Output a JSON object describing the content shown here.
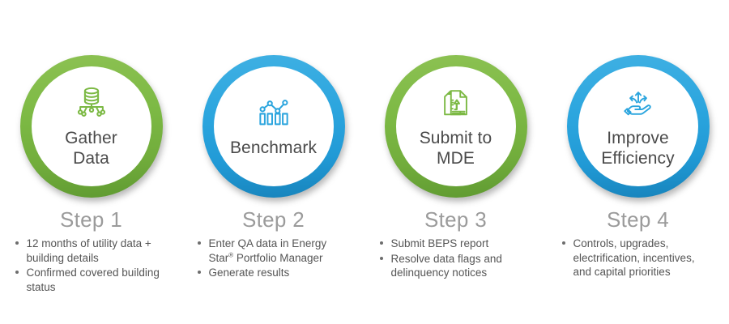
{
  "theme": {
    "background": "#ffffff",
    "green": "#7cb944",
    "blue": "#2ba5de",
    "circle_label_color": "#4a4a4a",
    "step_title_color": "#9b9b9b",
    "bullet_text_color": "#555555"
  },
  "steps": [
    {
      "circle_label": "Gather\nData",
      "icon": "database-network-icon",
      "color": "green",
      "step_title": "Step 1",
      "bullets": [
        "12 months of utility data + building details",
        "Confirmed covered building status"
      ]
    },
    {
      "circle_label": "Benchmark",
      "icon": "bar-line-chart-icon",
      "color": "blue",
      "step_title": "Step 2",
      "bullets": [
        "Enter QA data in Energy Star® Portfolio Manager",
        "Generate results"
      ]
    },
    {
      "circle_label": "Submit to\nMDE",
      "icon": "document-upload-icon",
      "color": "green",
      "step_title": "Step 3",
      "bullets": [
        "Submit BEPS report",
        "Resolve data flags and delinquency notices"
      ]
    },
    {
      "circle_label": "Improve\nEfficiency",
      "icon": "hand-arrows-icon",
      "color": "blue",
      "step_title": "Step 4",
      "bullets": [
        "Controls, upgrades, electrification, incentives, and capital priorities"
      ]
    }
  ]
}
